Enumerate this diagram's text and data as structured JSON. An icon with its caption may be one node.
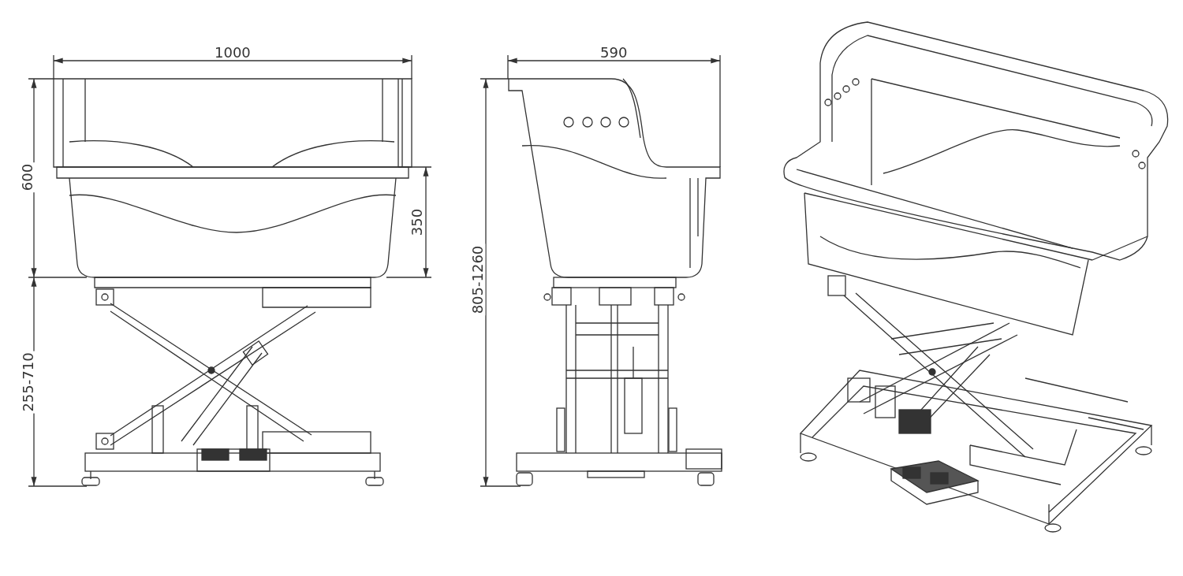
{
  "diagram": {
    "labels": [
      "1000",
      "600",
      "350",
      "255-710",
      "590",
      "805-1260"
    ]
  }
}
